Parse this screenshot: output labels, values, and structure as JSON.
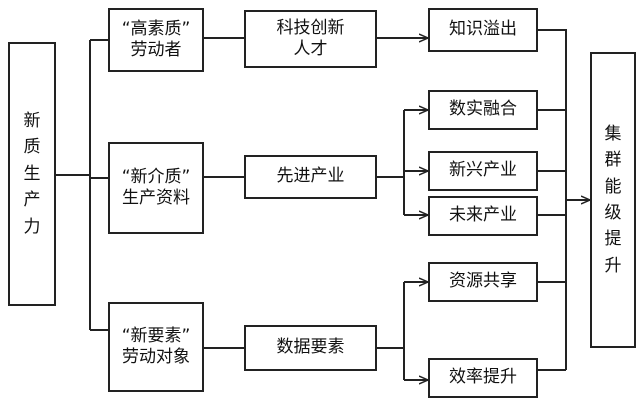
{
  "root": "新质生产力",
  "factors": {
    "laborer": "“高素质”\n劳动者",
    "means": "“新介质”\n生产资料",
    "object": "“新要素”\n劳动对象"
  },
  "middle": {
    "talent": "科技创新\n人才",
    "industry": "先进产业",
    "data": "数据要素"
  },
  "outcomes": {
    "knowledge": "知识溢出",
    "fusion": "数实融合",
    "emerging": "新兴产业",
    "future": "未来产业",
    "sharing": "资源共享",
    "efficiency": "效率提升"
  },
  "result": "集群能级提升"
}
